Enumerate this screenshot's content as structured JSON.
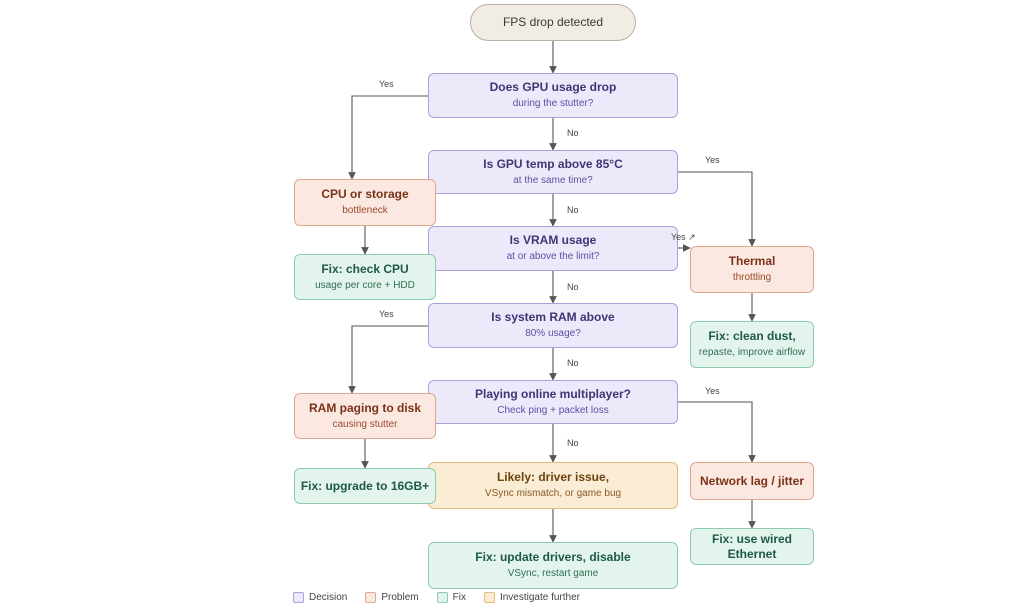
{
  "start": {
    "title": "FPS drop detected"
  },
  "decisions": {
    "gpu_usage": {
      "title": "Does GPU usage drop",
      "sub": "during the stutter?"
    },
    "gpu_temp": {
      "title": "Is GPU temp above 85°C",
      "sub": "at the same time?"
    },
    "vram": {
      "title": "Is VRAM usage",
      "sub": "at or above the limit?"
    },
    "ram": {
      "title": "Is system RAM above",
      "sub": "80% usage?"
    },
    "online": {
      "title": "Playing online multiplayer?",
      "sub": "Check ping + packet loss"
    }
  },
  "problems": {
    "cpu": {
      "title": "CPU or storage",
      "sub": "bottleneck"
    },
    "thermal": {
      "title": "Thermal",
      "sub": "throttling"
    },
    "ram_paging": {
      "title": "RAM paging to disk",
      "sub": "causing stutter"
    },
    "network": {
      "title": "Network lag / jitter",
      "sub": ""
    }
  },
  "fixes": {
    "check_cpu": {
      "title": "Fix: check CPU",
      "sub": "usage per core + HDD"
    },
    "clean_dust": {
      "title": "Fix: clean dust,",
      "sub": "repaste, improve airflow"
    },
    "upgrade_ram": {
      "title": "Fix: upgrade to 16GB+",
      "sub": ""
    },
    "ethernet": {
      "title": "Fix: use wired Ethernet",
      "sub": ""
    },
    "drivers": {
      "title": "Fix: update drivers, disable",
      "sub": "VSync, restart game"
    }
  },
  "investigate": {
    "driver": {
      "title": "Likely: driver issue,",
      "sub": "VSync mismatch, or game bug"
    }
  },
  "edge_labels": {
    "yes_gpu_usage": "Yes",
    "no_gpu_usage": "No",
    "yes_gpu_temp": "Yes",
    "no_gpu_temp": "No",
    "yes_vram": "Yes ↗",
    "no_vram": "No",
    "yes_ram": "Yes",
    "no_ram": "No",
    "yes_online": "Yes",
    "no_online": "No"
  },
  "legend": [
    {
      "label": "Decision",
      "color": "#ece9fb",
      "border": "#a9a2d8"
    },
    {
      "label": "Problem",
      "color": "#fbe9e1",
      "border": "#e0a88c"
    },
    {
      "label": "Fix",
      "color": "#e3f4ec",
      "border": "#8fcbb0"
    },
    {
      "label": "Investigate further",
      "color": "#fbecd6",
      "border": "#e2bb7e"
    }
  ]
}
